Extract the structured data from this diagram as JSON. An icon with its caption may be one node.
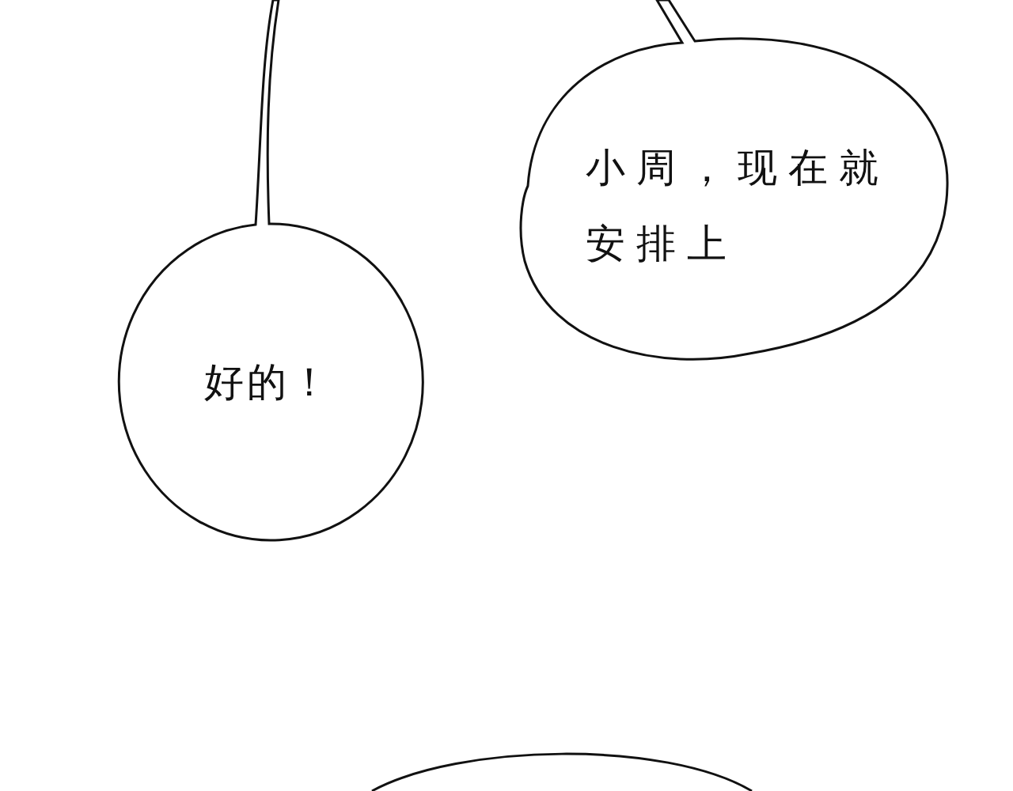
{
  "diagram": {
    "nodes": [
      {
        "text": [
          "好的！"
        ]
      },
      {
        "text": [
          "小周，现在就安排上"
        ]
      },
      {
        "text": [],
        "shape": "circle"
      }
    ]
  }
}
